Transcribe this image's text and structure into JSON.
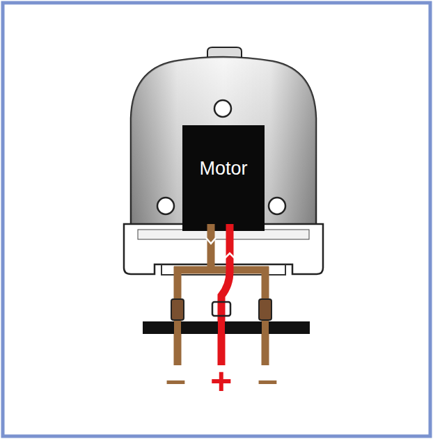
{
  "diagram": {
    "nodes": [
      {
        "text": [
          "Motor"
        ]
      }
    ],
    "labels": [
      "–",
      "+",
      "–"
    ]
  }
}
